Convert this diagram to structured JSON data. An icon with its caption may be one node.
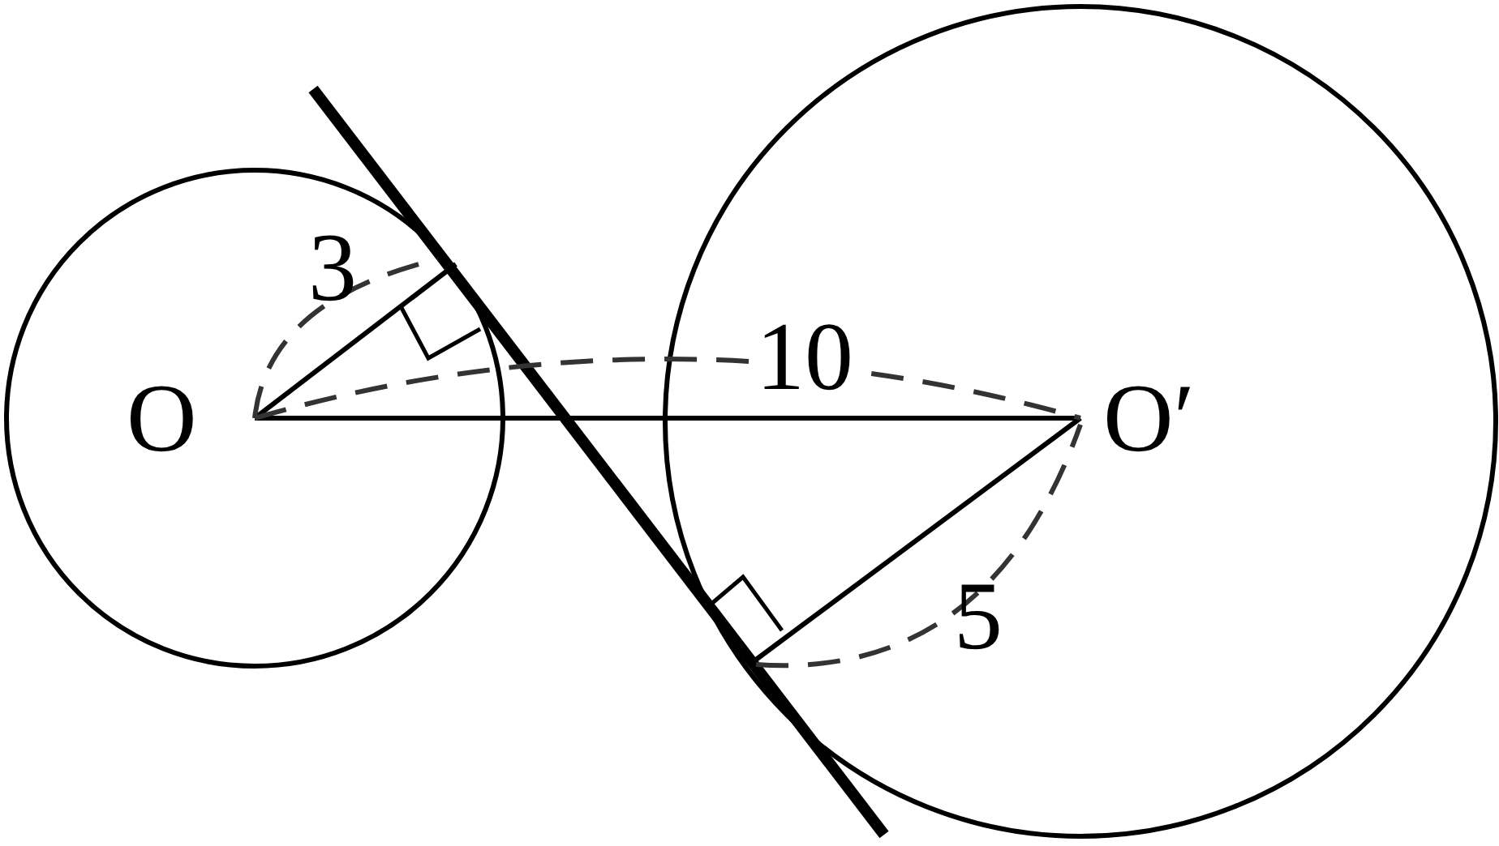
{
  "diagram": {
    "labels": [
      "3",
      "O",
      "10",
      "O′",
      "5"
    ]
  }
}
